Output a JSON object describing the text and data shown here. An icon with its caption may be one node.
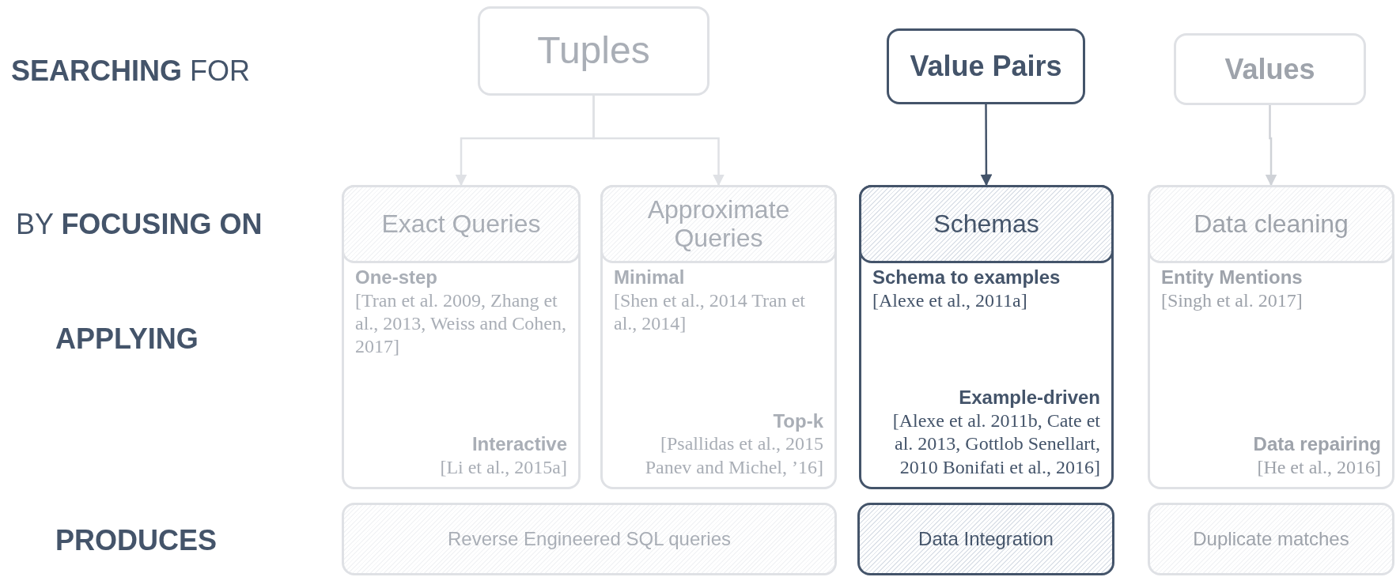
{
  "diagram": {
    "nodes": [
      {
        "text": [
          "Tuples"
        ]
      },
      {
        "text": [
          "Value Pairs"
        ]
      },
      {
        "text": [
          "Values"
        ]
      },
      {
        "text": [
          "One-step",
          "[Tran et al. 2009, Zhang et al., 2013, Weiss and Cohen, 2017]",
          "Interactive",
          "[Li et al., 2015a]"
        ]
      },
      {
        "text": [
          "Exact Queries"
        ],
        "in": 3
      },
      {
        "text": [
          "Minimal",
          "[Shen et al., 2014 Tran et al., 2014]",
          "Top-k",
          "[Psallidas et al., 2015 Panev and Michel, ’16]"
        ]
      },
      {
        "text": [
          "Approximate Queries"
        ],
        "in": 5
      },
      {
        "text": [
          "Schema to examples",
          "[Alexe et al., 2011a]",
          "Example-driven",
          "[Alexe et al. 2011b, Cate et al. 2013, Gottlob Senellart, 2010 Bonifati et al., 2016]"
        ]
      },
      {
        "text": [
          "Schemas"
        ],
        "in": 7
      },
      {
        "text": [
          "Entity Mentions",
          "[Singh et al. 2017]",
          "Data repairing",
          "[He et al., 2016]"
        ]
      },
      {
        "text": [
          "Data cleaning"
        ],
        "in": 9
      },
      {
        "text": [
          "Reverse Engineered SQL queries"
        ]
      },
      {
        "text": [
          "Data Integration"
        ]
      },
      {
        "text": [
          "Duplicate matches"
        ]
      }
    ],
    "edges": [
      {
        "from": 0,
        "to": 4,
        "arrow": "to"
      },
      {
        "from": 0,
        "to": 6,
        "arrow": "to"
      },
      {
        "from": 1,
        "to": 8,
        "arrow": "to",
        "color": "#44546a"
      },
      {
        "from": 2,
        "to": 10,
        "arrow": "to",
        "color": "#cfd2d7"
      }
    ],
    "labels": [
      "**SEARCHING** FOR",
      "BY **FOCUSING ON**",
      "APPLYING",
      "PRODUCES"
    ]
  }
}
